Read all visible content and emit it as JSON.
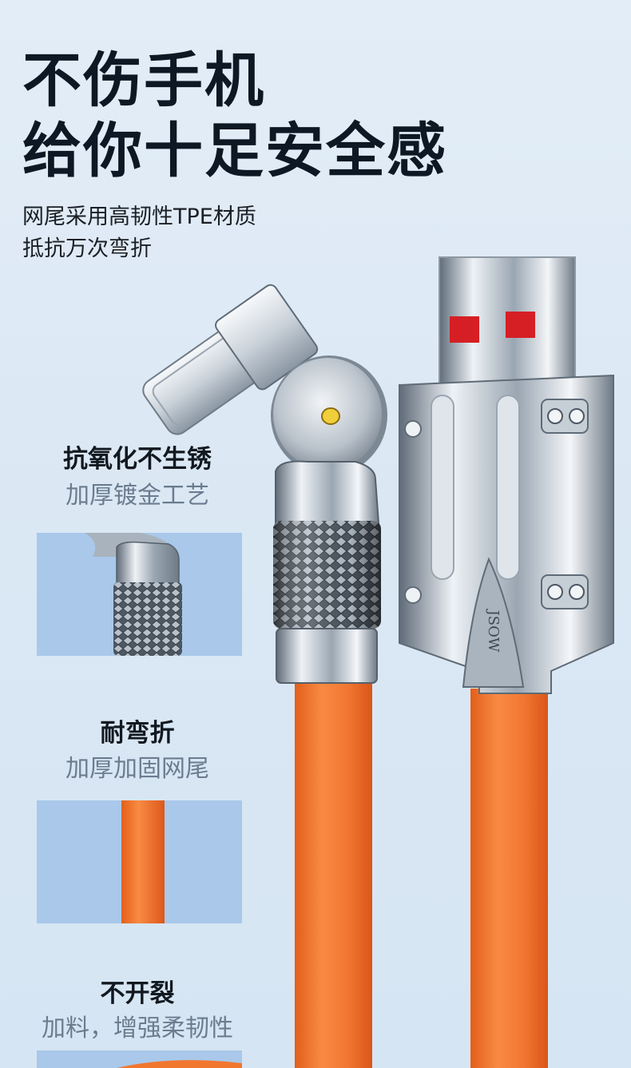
{
  "headline": {
    "line1": "不伤手机",
    "line2": "给你十足安全感"
  },
  "subtitle": {
    "line1": "网尾采用高韧性TPE材质",
    "line2": "抵抗万次弯折"
  },
  "features": [
    {
      "title": "抗氧化不生锈",
      "desc": "加厚镀金工艺"
    },
    {
      "title": "耐弯折",
      "desc": "加厚加固网尾"
    },
    {
      "title": "不开裂",
      "desc": "加料，增强柔韧性"
    }
  ],
  "product": {
    "brand_engraving": "JSOW"
  },
  "colors": {
    "background": "#dbe8f4",
    "cable_orange": "#f1772f",
    "usb_red": "#d51f24",
    "panel_blue": "#a9c8ea"
  }
}
